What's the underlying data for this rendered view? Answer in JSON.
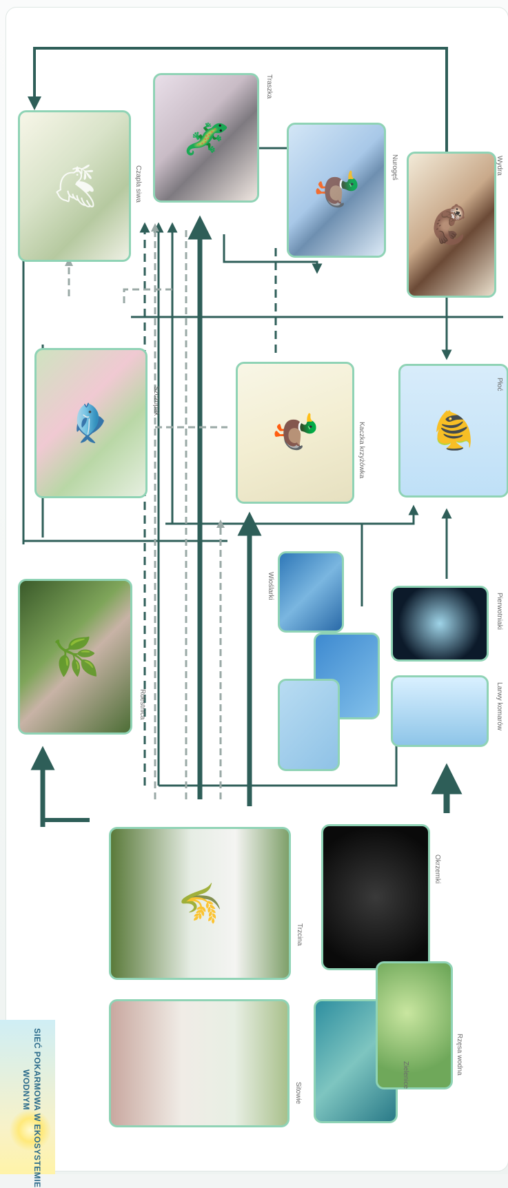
{
  "title": {
    "line1": "SIEĆ POKARMOWA W EKOSYSTEMIE",
    "line2": "WODNYM"
  },
  "organisms": {
    "rdestnica": "Rdestnica",
    "szczupak": "Szczupak",
    "traszka": "Traszka",
    "wydra": "Wydra",
    "czapla": "Czapla siwa",
    "trzcina": "Trzcina",
    "nurogęś": "Nurogęś",
    "kaczka": "Kaczka krzyżówka",
    "ploc": "Płoć",
    "sitowie": "Sitowie",
    "pierwotniaki": "Pierwotniaki",
    "wioslarki": "Wioślarki",
    "larwy": "Larwy komarów",
    "rzesa": "Rzęsa wodna",
    "zielenice": "Zielenice",
    "okrzemki": "Okrzemki"
  },
  "colors": {
    "arrow_dark": "#2e5e58",
    "arrow_mid": "#4a7a72",
    "frame_border": "#8fd3b5",
    "title_text": "#2a6a8a"
  }
}
